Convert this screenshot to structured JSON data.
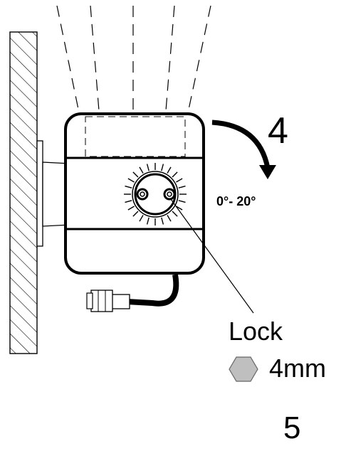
{
  "diagram": {
    "step_rotate": "4",
    "angle_range": "0°- 20°",
    "lock_label": "Lock",
    "hex_key_size": "4mm",
    "step_next": "5"
  },
  "colors": {
    "ink": "#000000",
    "hex_fill": "#bfbfbf",
    "background": "#ffffff"
  },
  "icons": {
    "rotation_arrow": "curved-arrow-clockwise",
    "hex_key": "hexagon"
  }
}
